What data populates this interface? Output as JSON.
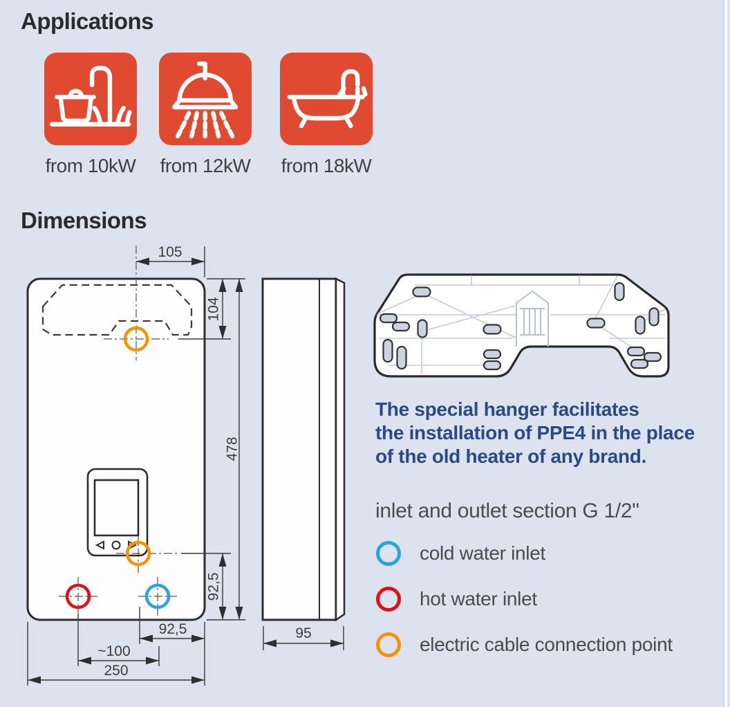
{
  "applications": {
    "heading": "Applications",
    "tiles": [
      {
        "icon": "kitchen-sink-icon",
        "label": "from 10kW"
      },
      {
        "icon": "shower-icon",
        "label": "from 12kW"
      },
      {
        "icon": "bathtub-icon",
        "label": "from 18kW"
      }
    ]
  },
  "dimensions": {
    "heading": "Dimensions",
    "front_view": {
      "hanger_offset_x": "105",
      "hanger_offset_y": "104",
      "height": "478",
      "connection_height": "92,5",
      "connection_right_offset": "92,5",
      "inlet_spacing": "~100",
      "width": "250"
    },
    "side_view": {
      "depth": "95"
    }
  },
  "hanger": {
    "note_lines": [
      "The special hanger facilitates",
      "the installation of PPE4 in the place",
      "of the old heater of any brand."
    ]
  },
  "connections": {
    "section_note": "inlet and outlet section G 1/2\"",
    "legend": [
      {
        "label": "cold water inlet",
        "color": "#2aa4dc"
      },
      {
        "label": "hot water inlet",
        "color": "#e30f17"
      },
      {
        "label": "electric cable connection point",
        "color": "#f39405"
      }
    ]
  },
  "colors": {
    "background": "#dce3ef",
    "tile_red": "#e04a30",
    "note_blue": "#2a4a86",
    "drawing_ink": "#2e2d2b"
  }
}
